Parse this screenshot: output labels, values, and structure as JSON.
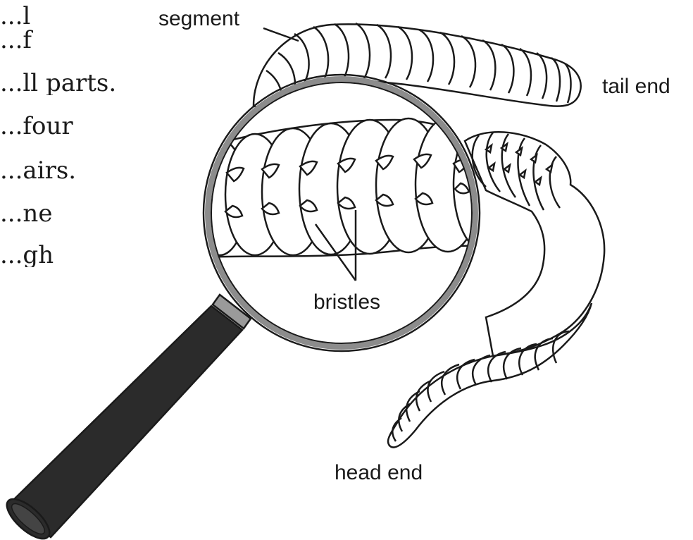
{
  "body_text": {
    "lines": [
      "...l",
      "...f",
      "...ll parts.",
      "...four",
      "...airs.",
      "...ne",
      "...gh"
    ]
  },
  "labels": {
    "segment": "segment",
    "tail_end": "tail end",
    "bristles": "bristles",
    "head_end": "head end"
  },
  "colors": {
    "ink": "#1a1a1a",
    "worm_fill": "#ffffff",
    "lens_rim": "#8c8c8c",
    "handle": "#2b2b2b",
    "collar": "#9a9a9a"
  }
}
